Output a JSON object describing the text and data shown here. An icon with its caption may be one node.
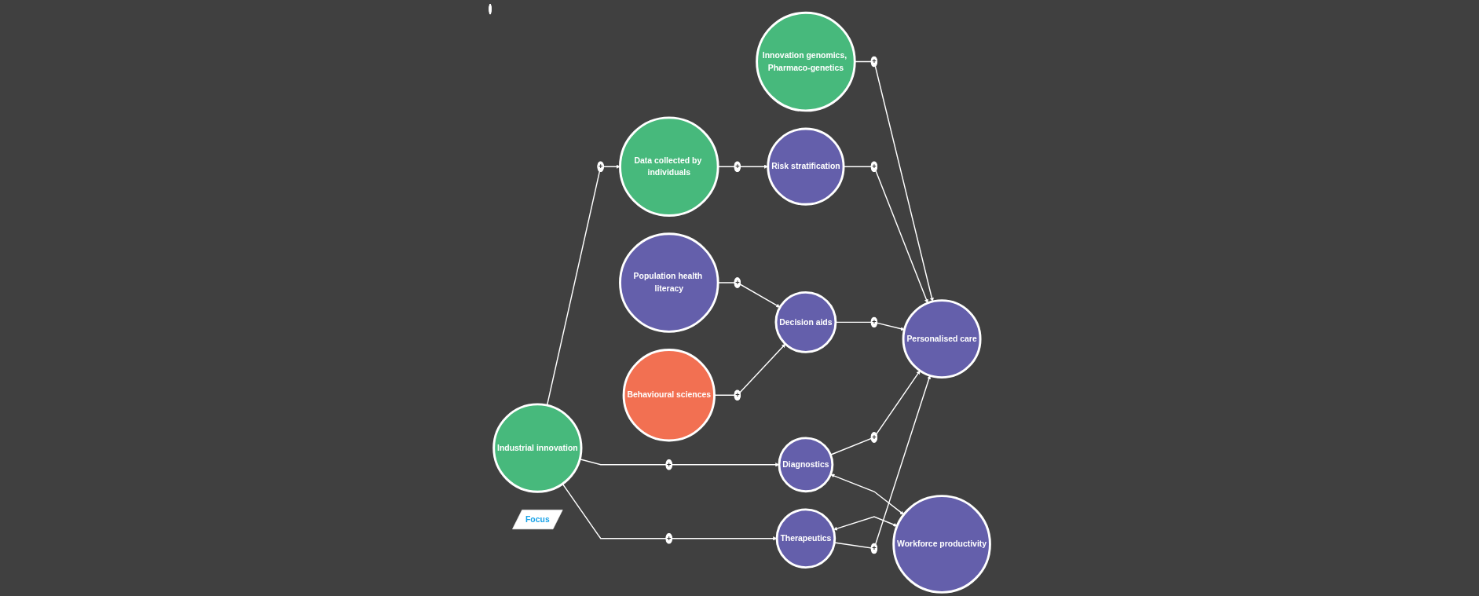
{
  "diagram": {
    "nodes": [
      {
        "text": [
          "Industrial innovation"
        ]
      },
      {
        "text": [
          "Data collected by individuals"
        ]
      },
      {
        "text": [
          "Innovation genomics, Pharmaco-genetics"
        ]
      },
      {
        "text": [
          "Population health literacy"
        ]
      },
      {
        "text": [
          "Diagnostics"
        ]
      },
      {
        "text": [
          "Personalised care"
        ]
      },
      {
        "text": [
          "Decision aids"
        ]
      },
      {
        "text": [
          "Behavioural sciences"
        ]
      },
      {
        "text": [
          "Therapeutics"
        ]
      },
      {
        "text": [
          "Workforce productivity"
        ]
      },
      {
        "text": [
          "Risk stratification"
        ]
      },
      {
        "text": [
          "Focus"
        ]
      }
    ],
    "edges": [
      {
        "from": 0,
        "to": 1,
        "arrow": "to",
        "label": "+"
      },
      {
        "from": 0,
        "to": 4,
        "arrow": "to",
        "label": "+"
      },
      {
        "from": 0,
        "to": 8,
        "arrow": "to",
        "label": "+"
      },
      {
        "from": 1,
        "to": 10,
        "arrow": "to",
        "label": "+"
      },
      {
        "from": 2,
        "to": 5,
        "arrow": "to",
        "label": "+"
      },
      {
        "from": 3,
        "to": 6,
        "arrow": "to",
        "label": "+"
      },
      {
        "from": 4,
        "to": 5,
        "arrow": "to",
        "label": "+"
      },
      {
        "from": 6,
        "to": 5,
        "arrow": "to",
        "label": "+"
      },
      {
        "from": 7,
        "to": 6,
        "arrow": "to",
        "label": "+"
      },
      {
        "from": 4,
        "to": 9,
        "arrow": "both"
      },
      {
        "from": 8,
        "to": 9,
        "arrow": "both"
      },
      {
        "from": 10,
        "to": 5,
        "arrow": "to",
        "label": "+"
      },
      {
        "from": 8,
        "to": 5,
        "arrow": "to",
        "label": "+"
      }
    ]
  }
}
